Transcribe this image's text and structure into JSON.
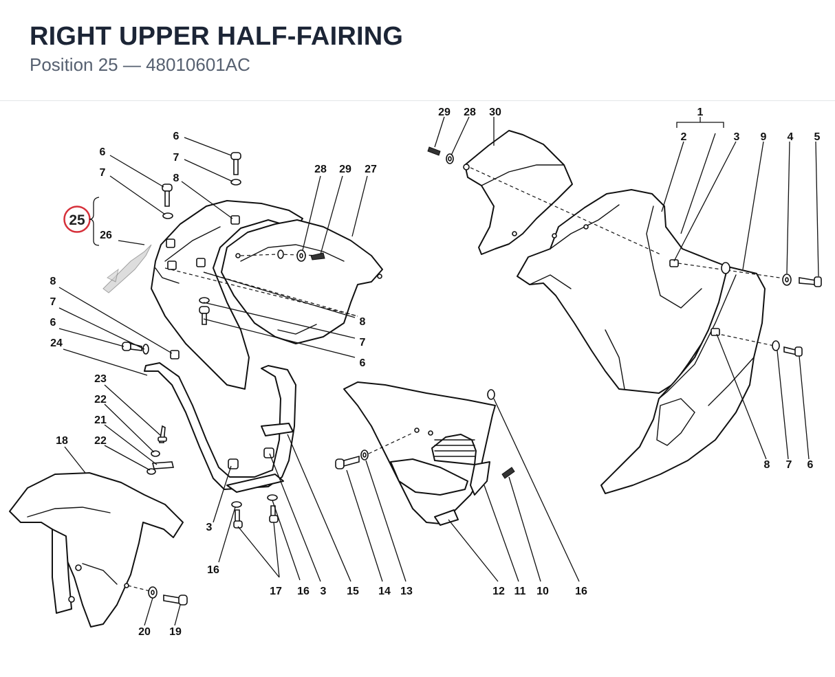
{
  "header": {
    "title": "RIGHT UPPER HALF-FAIRING",
    "subtitle": "Position 25 — 48010601AC"
  },
  "highlight": {
    "number": "25",
    "color": "#d6303a"
  },
  "labels": {
    "l1": "1",
    "l2": "2",
    "l3a": "3",
    "l4": "4",
    "l5": "5",
    "l9": "9",
    "l29a": "29",
    "l28a": "28",
    "l30": "30",
    "l8r": "8",
    "l7r": "7",
    "l6r": "6",
    "l6a": "6",
    "l7a": "7",
    "l8a": "8",
    "l28b": "28",
    "l29b": "29",
    "l27": "27",
    "l6b": "6",
    "l7b": "7",
    "l26": "26",
    "l8c": "8",
    "l7c": "7",
    "l6c": "6",
    "l8d": "8",
    "l7d": "7",
    "l6d": "6",
    "l24": "24",
    "l23": "23",
    "l22a": "22",
    "l21": "21",
    "l22b": "22",
    "l18": "18",
    "l20": "20",
    "l19": "19",
    "l3b": "3",
    "l16a": "16",
    "l17": "17",
    "l16b": "16",
    "l3c": "3",
    "l15": "15",
    "l14": "14",
    "l13": "13",
    "l12": "12",
    "l11": "11",
    "l10": "10",
    "l16c": "16"
  }
}
